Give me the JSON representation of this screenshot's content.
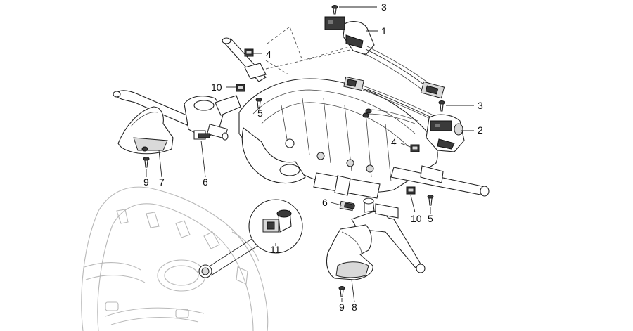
{
  "callouts": [
    {
      "id": "c3a",
      "label": "3"
    },
    {
      "id": "c1",
      "label": "1"
    },
    {
      "id": "c4a",
      "label": "4"
    },
    {
      "id": "c10a",
      "label": "10"
    },
    {
      "id": "c5a",
      "label": "5"
    },
    {
      "id": "c3b",
      "label": "3"
    },
    {
      "id": "c2",
      "label": "2"
    },
    {
      "id": "c4b",
      "label": "4"
    },
    {
      "id": "c9a",
      "label": "9"
    },
    {
      "id": "c7",
      "label": "7"
    },
    {
      "id": "c6a",
      "label": "6"
    },
    {
      "id": "c6b",
      "label": "6"
    },
    {
      "id": "c10b",
      "label": "10"
    },
    {
      "id": "c5b",
      "label": "5"
    },
    {
      "id": "c11",
      "label": "11"
    },
    {
      "id": "c9b",
      "label": "9"
    },
    {
      "id": "c8",
      "label": "8"
    }
  ]
}
